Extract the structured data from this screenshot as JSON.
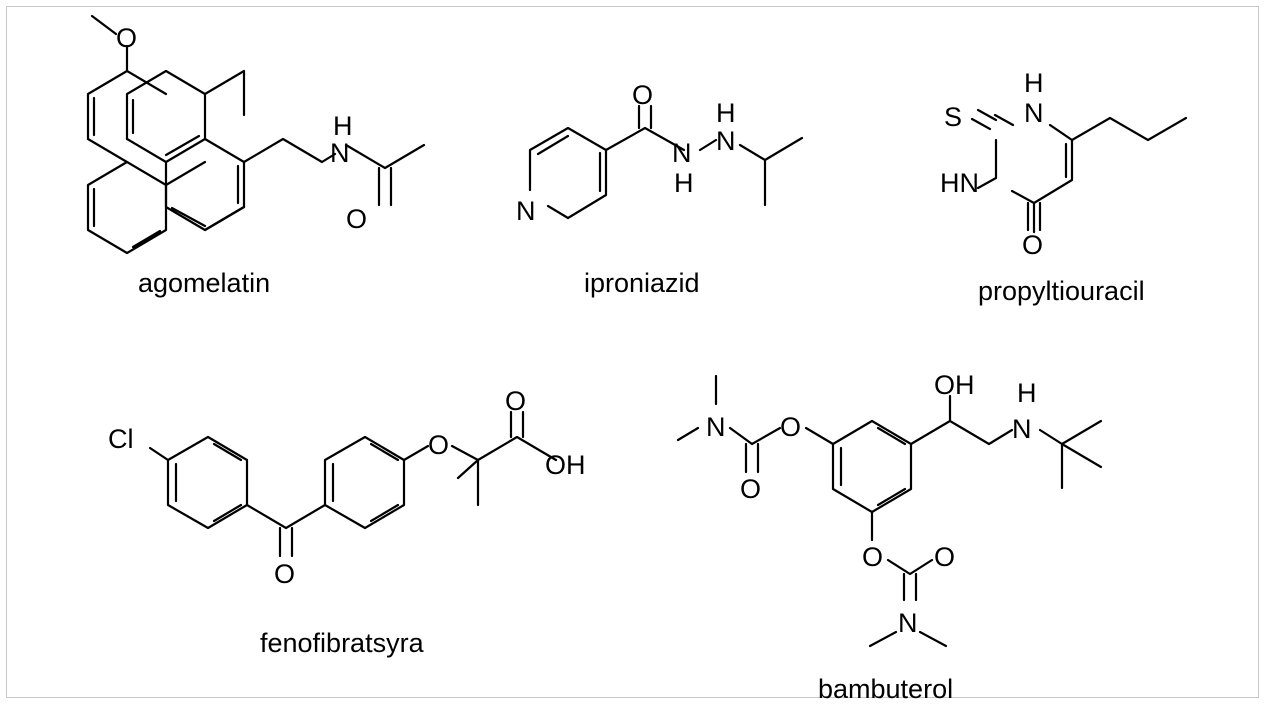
{
  "molecules": [
    {
      "name": "agomelatin",
      "atoms": {
        "o1": "O",
        "h": "H",
        "n": "N",
        "o2": "O"
      }
    },
    {
      "name": "iproniazid",
      "atoms": {
        "o": "O",
        "n1": "N",
        "h1": "H",
        "n2": "N",
        "h2": "H",
        "npy": "N"
      }
    },
    {
      "name": "propyltiouracil",
      "atoms": {
        "s": "S",
        "h": "H",
        "n1": "N",
        "hn": "HN",
        "o": "O"
      }
    },
    {
      "name": "fenofibratsyra",
      "atoms": {
        "cl": "Cl",
        "o1": "O",
        "o2": "O",
        "o3": "O",
        "oh": "OH"
      }
    },
    {
      "name": "bambuterol",
      "atoms": {
        "n1": "N",
        "o1": "O",
        "o2": "O",
        "oh": "OH",
        "h": "H",
        "n2": "N",
        "o3": "O",
        "o4": "O",
        "n3": "N"
      }
    }
  ]
}
